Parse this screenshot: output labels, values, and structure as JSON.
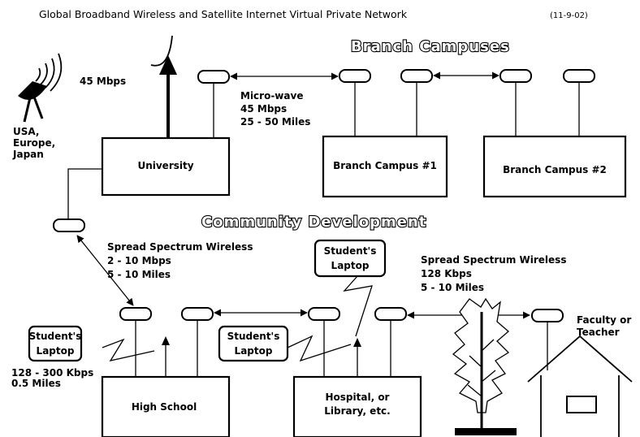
{
  "title": {
    "main": "Global Broadband Wireless and Satellite Internet Virtual Private Network",
    "date": "(11-9-02)"
  },
  "headings": {
    "branch": "Branch Campuses",
    "community": "Community Development"
  },
  "boxes": {
    "university": "University",
    "branch1": "Branch Campus #1",
    "branch2": "Branch Campus #2",
    "high_school": "High School",
    "hospital_line1": "Hospital, or",
    "hospital_line2": "Library, etc.",
    "laptop1_line1": "Student's",
    "laptop1_line2": "Laptop",
    "laptop2_line1": "Student's",
    "laptop2_line2": "Laptop",
    "laptop3_line1": "Student's",
    "laptop3_line2": "Laptop"
  },
  "labels": {
    "satellite_speed": "45 Mbps",
    "region_line1": "USA,",
    "region_line2": "Europe,",
    "region_line3": "Japan",
    "microwave_line1": "Micro-wave",
    "microwave_line2": "45 Mbps",
    "microwave_line3": "25 - 50 Miles",
    "ss1_line1": "Spread Spectrum Wireless",
    "ss1_line2": "2 - 10 Mbps",
    "ss1_line3": "5 - 10 Miles",
    "ss2_line1": "Spread Spectrum Wireless",
    "ss2_line2": "128 Kbps",
    "ss2_line3": "5 - 10 Miles",
    "local_line1": "128 - 300 Kbps",
    "local_line2": "0.5 Miles",
    "faculty_line1": "Faculty or",
    "faculty_line2": "Teacher"
  }
}
